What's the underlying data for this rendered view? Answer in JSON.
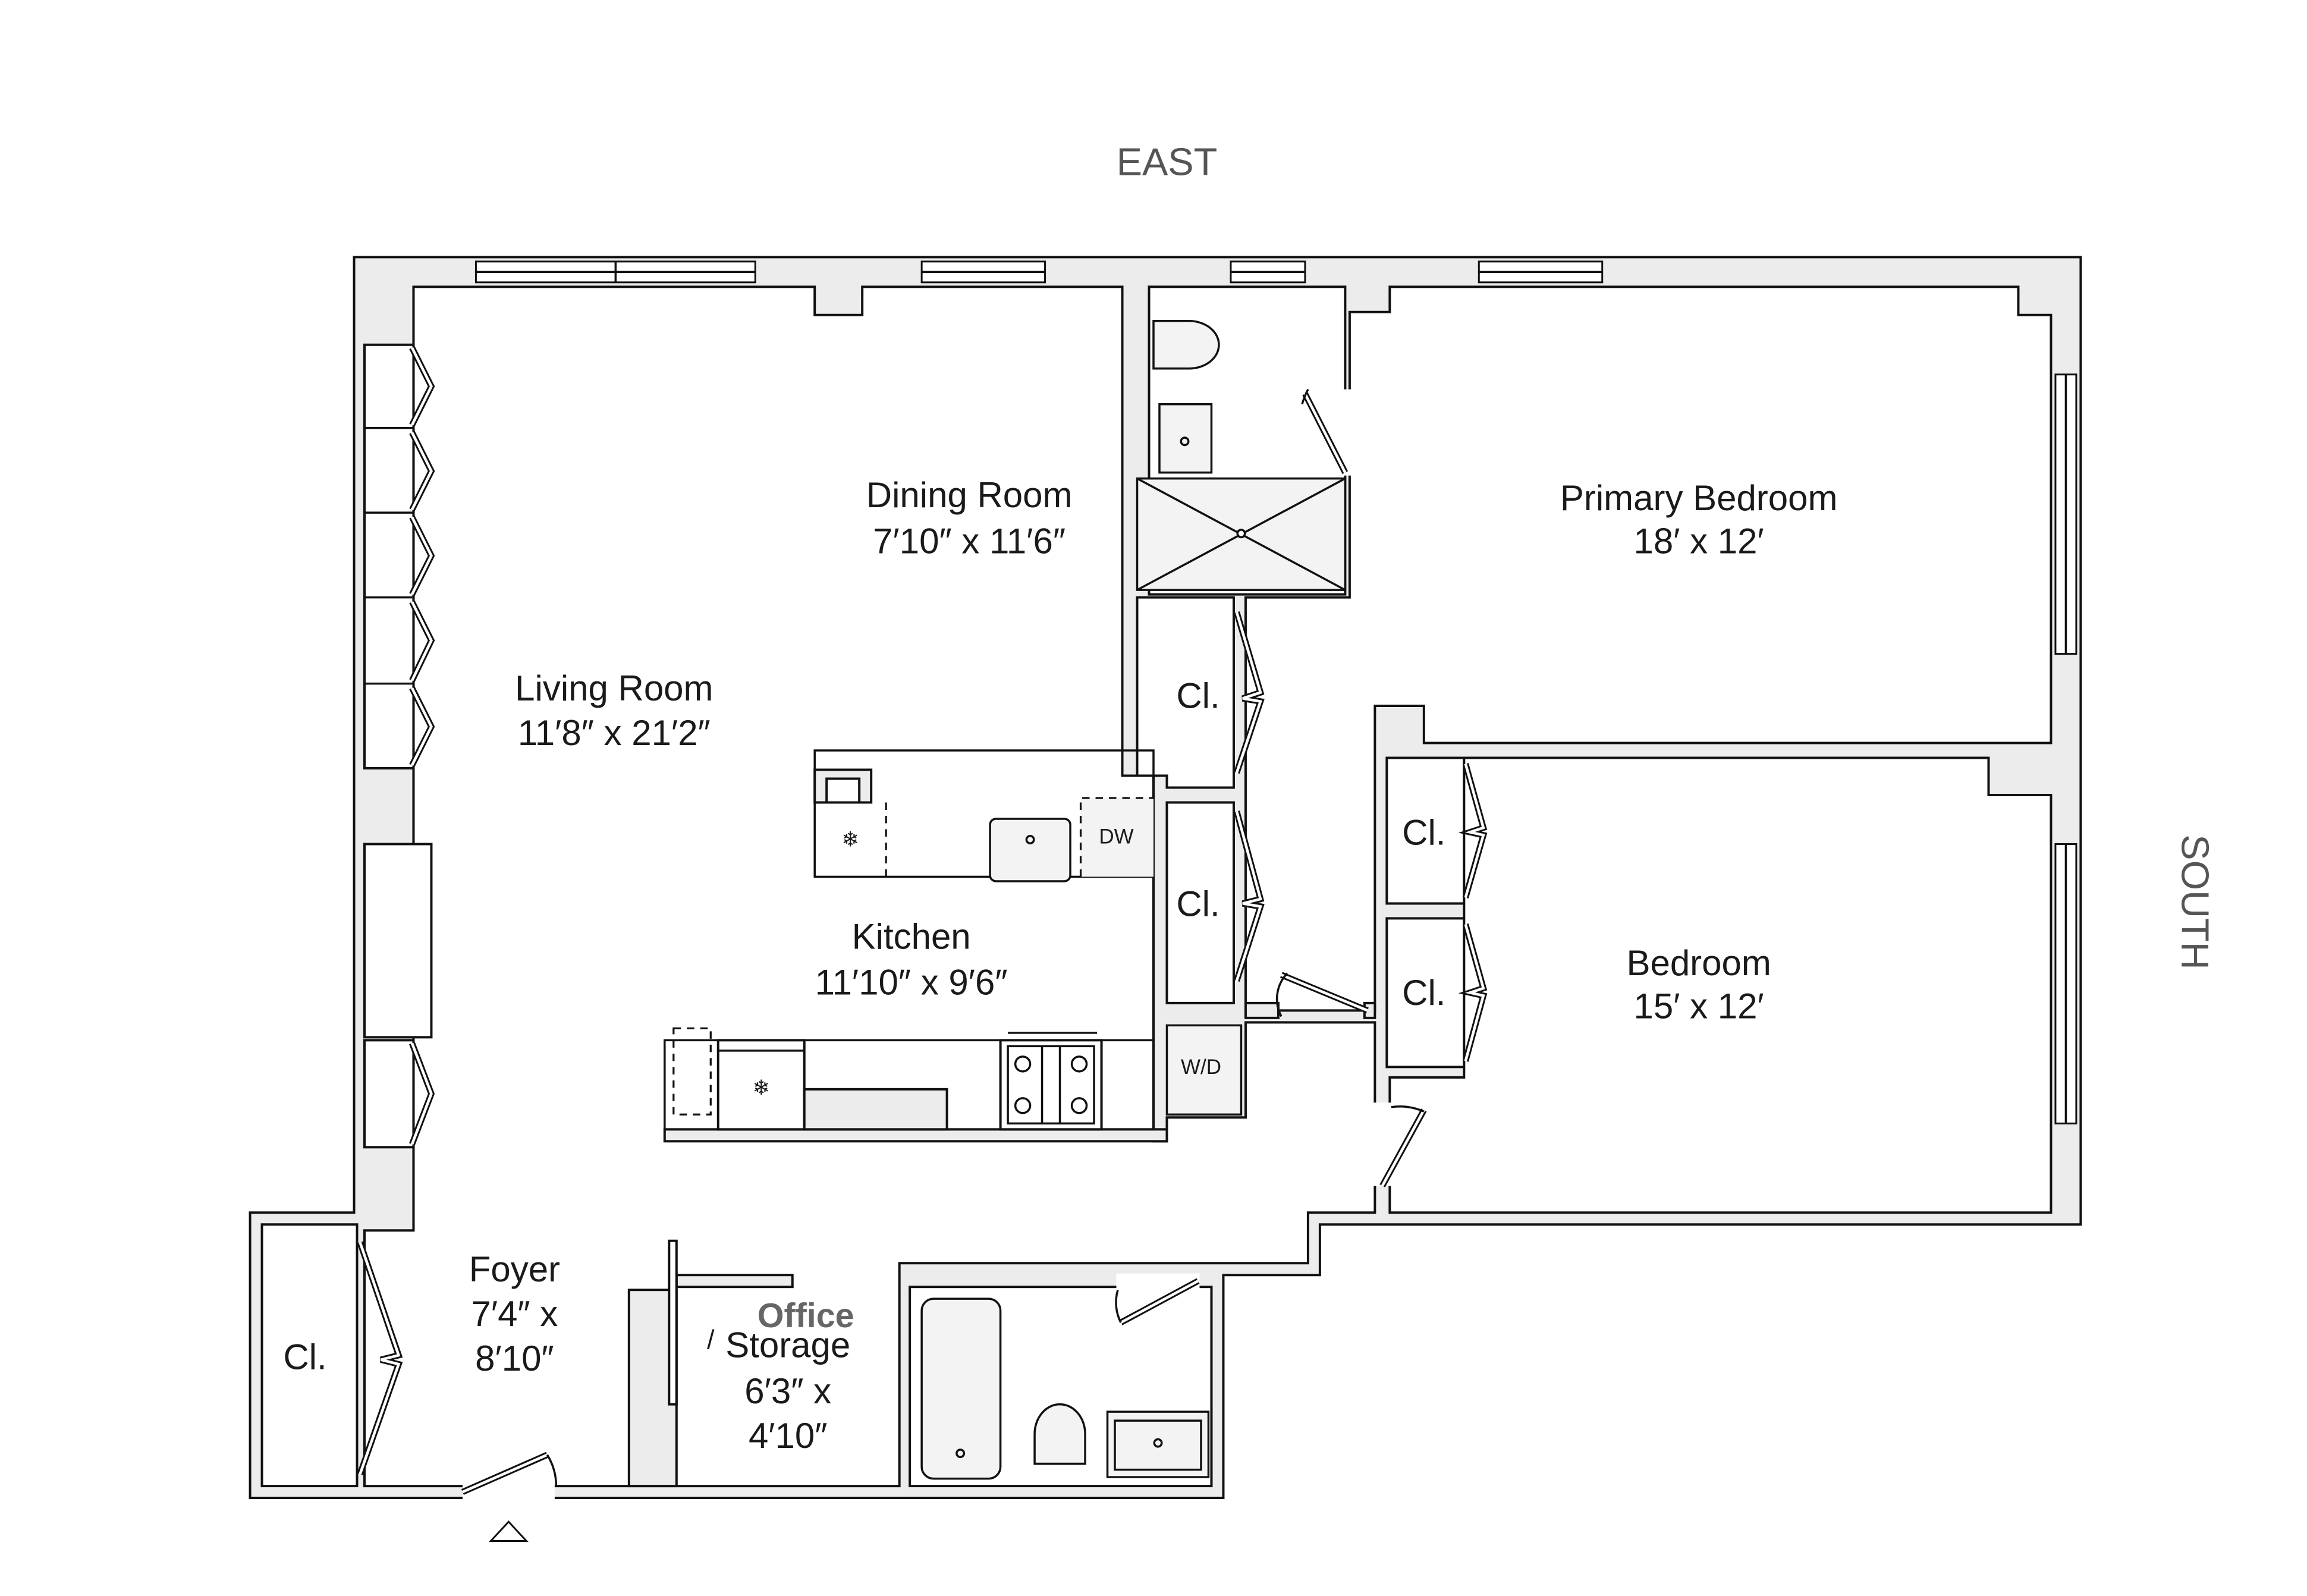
{
  "compass": {
    "top": "EAST",
    "right": "SOUTH"
  },
  "rooms": {
    "living": {
      "name": "Living Room",
      "dims": "11′8″ x 21′2″"
    },
    "dining": {
      "name": "Dining Room",
      "dims": "7′10″ x 11′6″"
    },
    "primary": {
      "name": "Primary Bedroom",
      "dims": "18′ x 12′"
    },
    "kitchen": {
      "name": "Kitchen",
      "dims": "11′10″ x 9′6″"
    },
    "bedroom": {
      "name": "Bedroom",
      "dims": "15′ x 12′"
    },
    "foyer": {
      "name": "Foyer",
      "dims_line1": "7′4″ x",
      "dims_line2": "8′10″"
    },
    "office": {
      "name_top": "Office",
      "slash": "/",
      "name_bottom": "Storage",
      "dims_line1": "6′3″ x",
      "dims_line2": "4′10″"
    }
  },
  "closet_label": "Cl.",
  "appliances": {
    "dishwasher": "DW",
    "washer_dryer": "W/D"
  },
  "colors": {
    "wall_fill": "#ececec",
    "line": "#111111",
    "office_label": "#666666"
  }
}
